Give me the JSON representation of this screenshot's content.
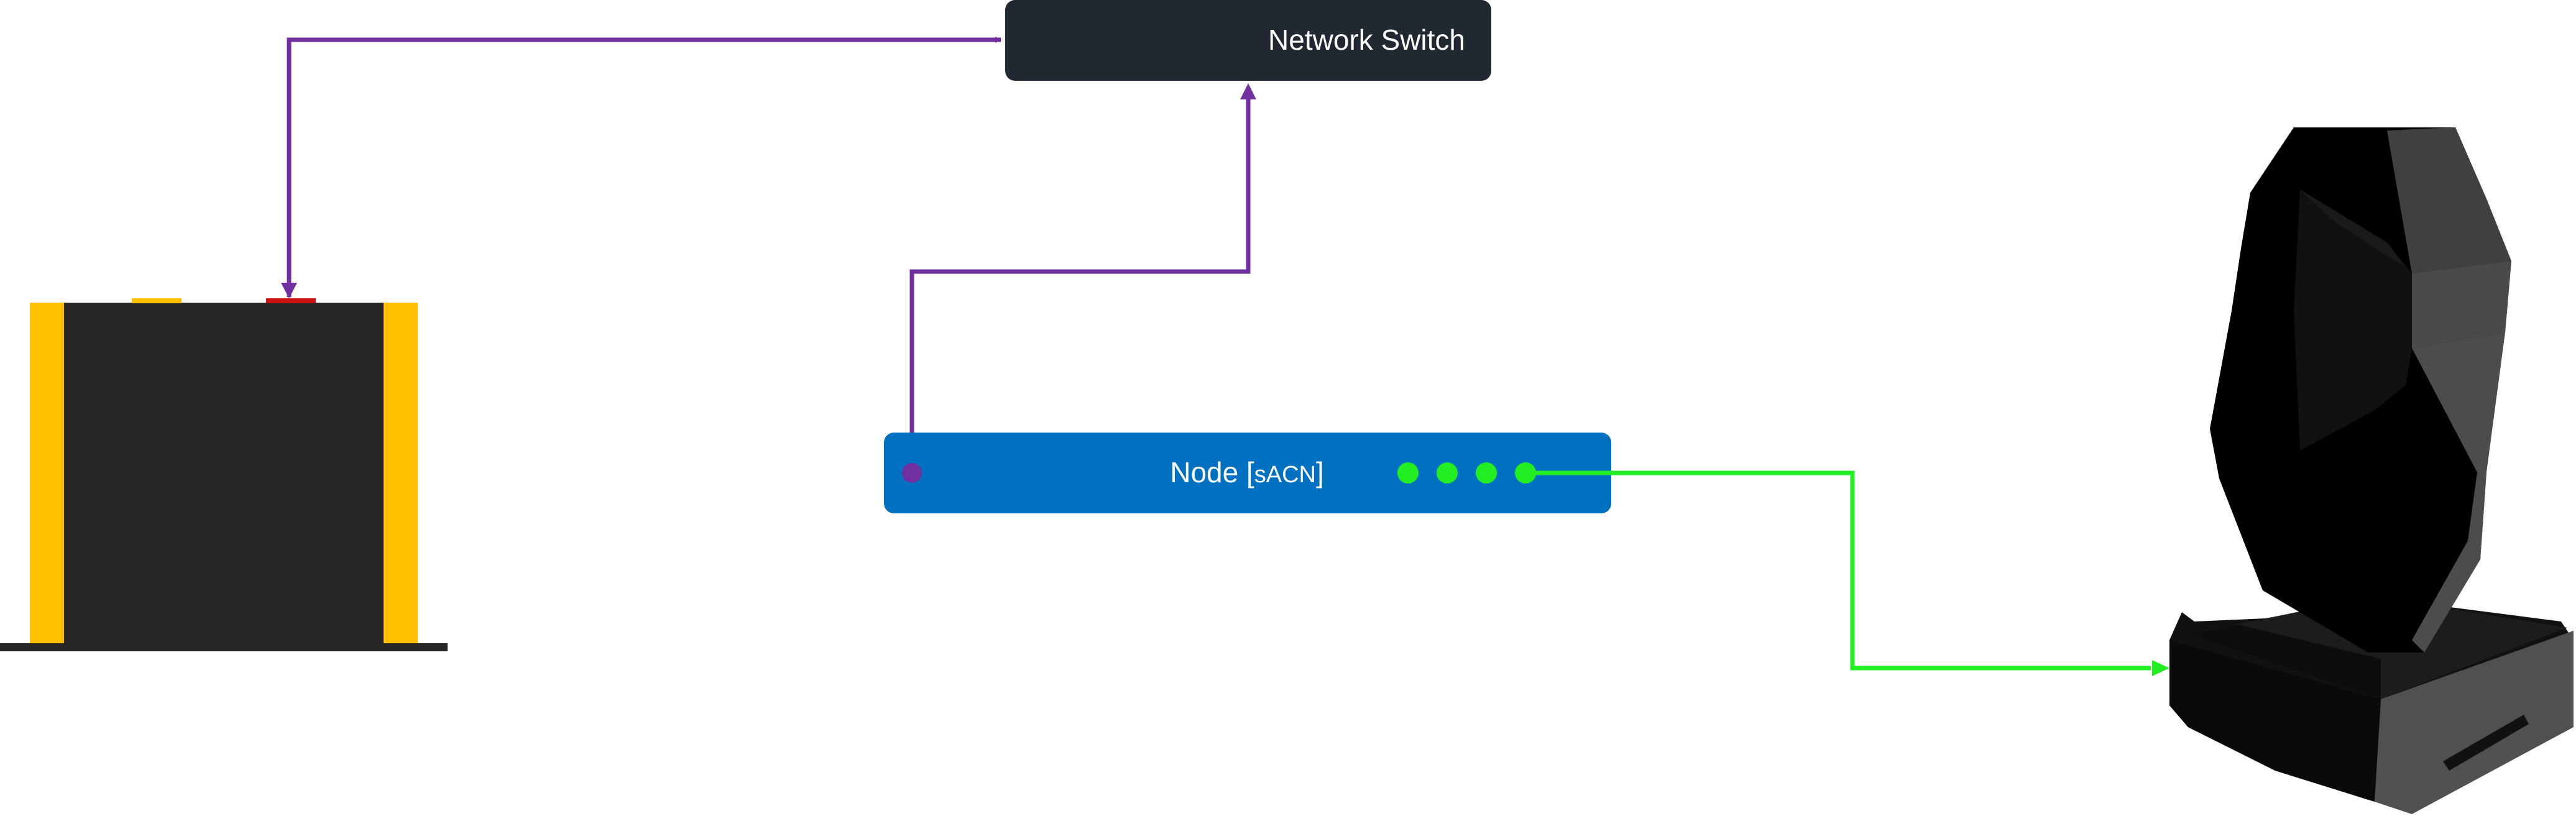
{
  "switch": {
    "label": "Network Switch",
    "color": "#222832"
  },
  "node": {
    "label": "Node",
    "protocol": "sACN",
    "color": "#0070c0",
    "port_count": 4,
    "port_color": "#22ee22"
  },
  "console": {
    "icon": "lighting-console-icon",
    "body_color": "#262626",
    "accent_color": "#ffc000",
    "button_color": "#cc1111"
  },
  "fixture": {
    "icon": "moving-head-fixture-icon"
  },
  "links": {
    "network_color": "#7030a0",
    "dmx_color": "#22ee22"
  }
}
